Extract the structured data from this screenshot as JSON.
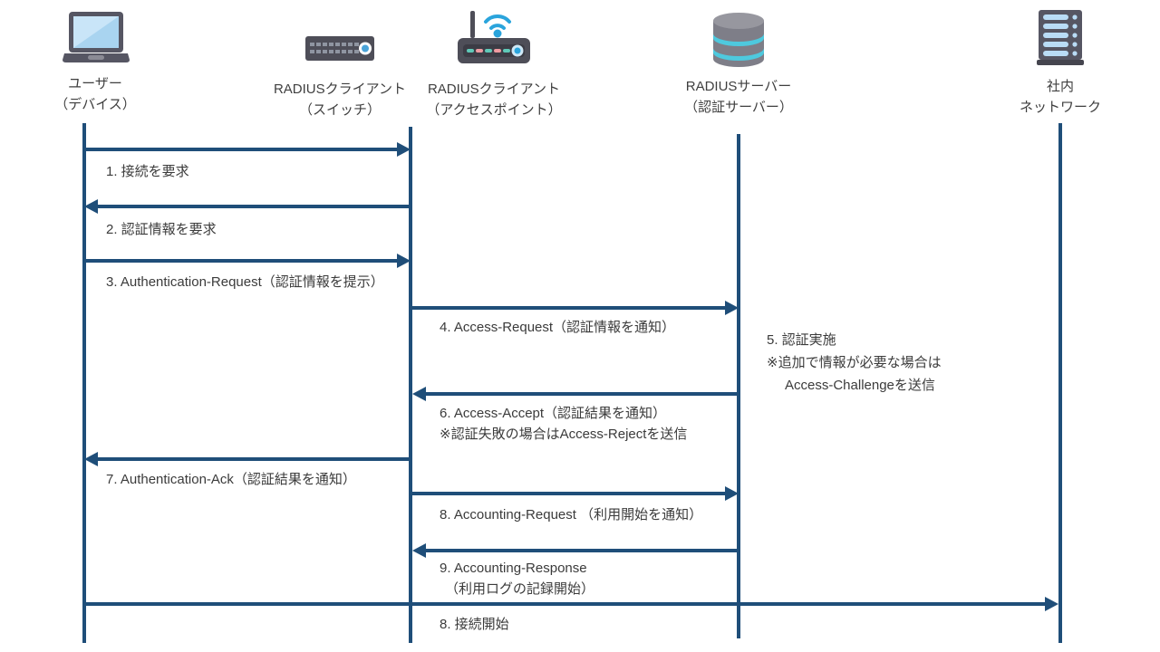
{
  "diagram_type": "sequence-diagram",
  "topic": "RADIUS authentication flow",
  "colors": {
    "line": "#1f4e79",
    "text": "#3b3b3b",
    "icon_gray": "#565663",
    "icon_blue": "#2aa4dc",
    "icon_lightblue": "#b9dcf6",
    "icon_cyan": "#4ec9de",
    "icon_teal": "#5fc9b8",
    "icon_pink": "#ef9aa0"
  },
  "actors": [
    {
      "icon": "laptop-icon",
      "line1": "ユーザー",
      "line2": "（デバイス）"
    },
    {
      "icon": "switch-icon",
      "line1": "RADIUSクライアント",
      "line2": "（スイッチ）"
    },
    {
      "icon": "access-point-icon",
      "line1": "RADIUSクライアント",
      "line2": "（アクセスポイント）"
    },
    {
      "icon": "database-icon",
      "line1": "RADIUSサーバー",
      "line2": "（認証サーバー）"
    },
    {
      "icon": "server-rack-icon",
      "line1": "社内",
      "line2": "ネットワーク"
    }
  ],
  "messages": [
    {
      "label": "1. 接続を要求",
      "direction": "right",
      "from": "user",
      "to": "radius-client"
    },
    {
      "label": "2. 認証情報を要求",
      "direction": "left",
      "from": "radius-client",
      "to": "user"
    },
    {
      "label": "3. Authentication-Request（認証情報を提示）",
      "direction": "right",
      "from": "user",
      "to": "radius-client"
    },
    {
      "label": "4. Access-Request（認証情報を通知）",
      "direction": "right",
      "from": "radius-client",
      "to": "radius-server"
    },
    {
      "label": "5. 認証実施",
      "line2": "※追加で情報が必要な場合は",
      "line3": "Access-Challengeを送信",
      "direction": "none",
      "at": "radius-server"
    },
    {
      "label": "6. Access-Accept（認証結果を通知）",
      "line2": "※認証失敗の場合はAccess-Rejectを送信",
      "direction": "left",
      "from": "radius-server",
      "to": "radius-client"
    },
    {
      "label": "7. Authentication-Ack（認証結果を通知）",
      "direction": "left",
      "from": "radius-client",
      "to": "user"
    },
    {
      "label": "8. Accounting-Request （利用開始を通知）",
      "direction": "right",
      "from": "radius-client",
      "to": "radius-server"
    },
    {
      "label": "9. Accounting-Response",
      "line2": "（利用ログの記録開始）",
      "direction": "left",
      "from": "radius-server",
      "to": "radius-client"
    },
    {
      "label": "8. 接続開始",
      "direction": "right",
      "from": "user",
      "to": "corporate-network"
    }
  ]
}
